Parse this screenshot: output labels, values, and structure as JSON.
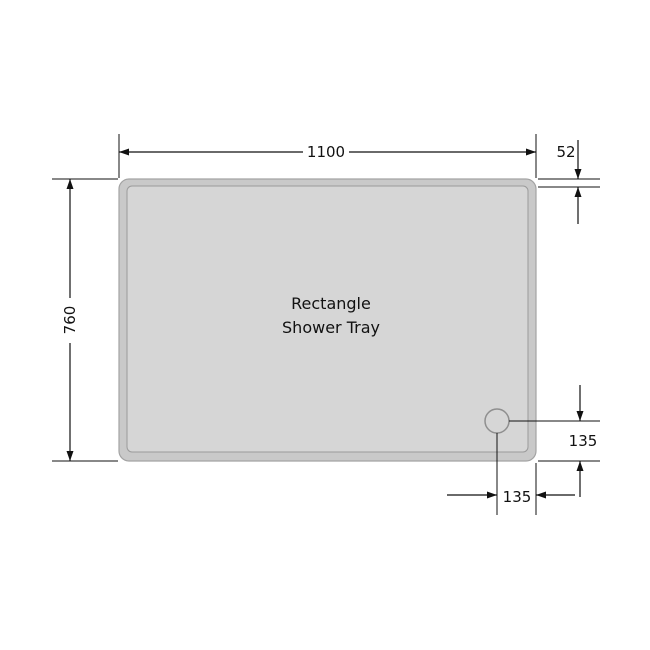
{
  "tray": {
    "label_line1": "Rectangle",
    "label_line2": "Shower Tray",
    "fill_color": "#d6d6d6",
    "rim_color": "#c9c9c9",
    "outline_color": "#a3a3a3",
    "waste_fill": "#d6d6d6",
    "waste_stroke": "#8f8f8f"
  },
  "dimensions": {
    "width": "1100",
    "height": "760",
    "rim": "52",
    "waste_from_bottom": "135",
    "waste_from_right": "135"
  }
}
